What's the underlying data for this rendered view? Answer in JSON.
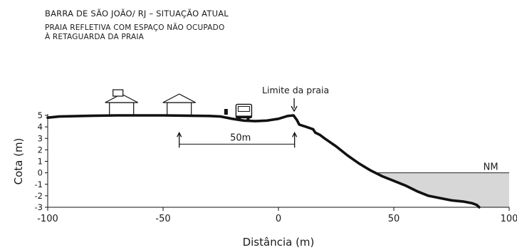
{
  "header": {
    "title": "BARRA DE SÃO JOÃO/ RJ – SITUAÇÃO ATUAL",
    "subtitle_line1": "PRAIA REFLETIVA COM ESPAÇO NÃO OCUPADO",
    "subtitle_line2": "À RETAGUARDA DA PRAIA"
  },
  "annotations": {
    "beach_limit": "Limite da praia",
    "scale": "50m",
    "sea_level": "NM"
  },
  "icons": [
    "house-icon",
    "house-icon",
    "car-icon",
    "bus-icon"
  ],
  "colors": {
    "profile": "#111111",
    "water": "#d7d7d7"
  },
  "chart_data": {
    "type": "line",
    "xlabel": "Distância (m)",
    "ylabel": "Cota (m)",
    "xlim": [
      -100,
      100
    ],
    "ylim": [
      -3,
      5
    ],
    "xticks": [
      -100,
      -50,
      0,
      50,
      100
    ],
    "yticks": [
      5,
      4,
      3,
      2,
      1,
      0,
      -1,
      -2,
      -3
    ],
    "grid": false,
    "series": [
      {
        "x": [
          -100,
          -95,
          -85,
          -70,
          -50,
          -30,
          -25,
          -20,
          -15,
          -10,
          -5,
          0,
          4,
          6.5,
          8,
          9,
          12,
          15,
          16,
          18,
          20,
          25,
          30,
          35,
          40,
          42,
          45,
          50,
          55,
          60,
          65,
          70,
          75,
          80,
          84,
          86,
          87
        ],
        "y": [
          4.8,
          4.9,
          4.95,
          5.0,
          5.0,
          4.95,
          4.9,
          4.7,
          4.55,
          4.5,
          4.55,
          4.7,
          4.95,
          5.0,
          4.6,
          4.2,
          4.0,
          3.8,
          3.5,
          3.3,
          3.0,
          2.3,
          1.5,
          0.8,
          0.2,
          0.0,
          -0.3,
          -0.7,
          -1.1,
          -1.6,
          -2.0,
          -2.2,
          -2.4,
          -2.5,
          -2.65,
          -2.8,
          -3.0
        ]
      }
    ],
    "sea_level_y": 0,
    "beach_limit_x": 6.5,
    "scale_bar_x": [
      -43,
      7
    ]
  }
}
